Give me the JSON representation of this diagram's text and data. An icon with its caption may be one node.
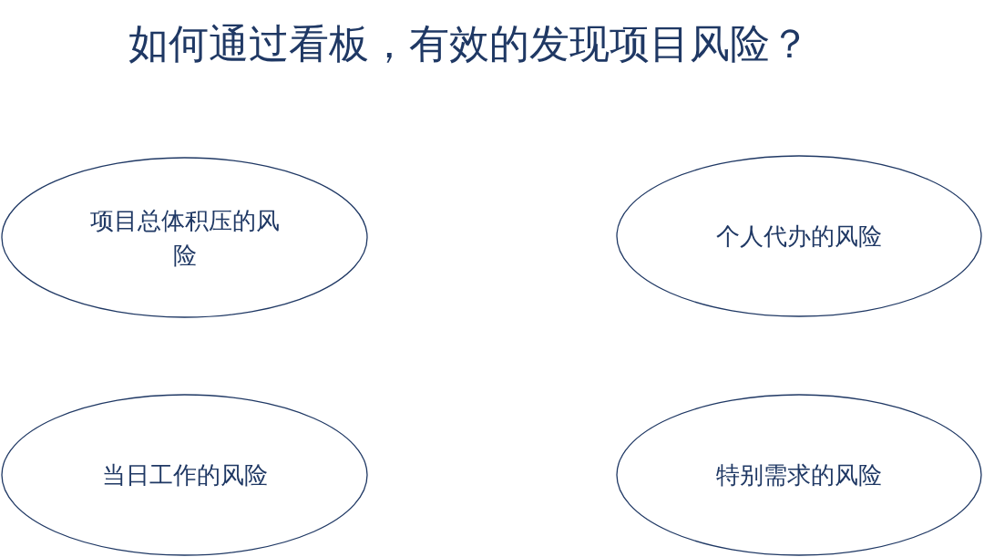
{
  "diagram": {
    "title": "如何通过看板，有效的发现项目风险？",
    "nodes": [
      {
        "text": [
          "项目总体积压的风险"
        ]
      },
      {
        "text": [
          "个人代办的风险"
        ]
      },
      {
        "text": [
          "当日工作的风险"
        ]
      },
      {
        "text": [
          "特别需求的风险"
        ]
      }
    ]
  }
}
